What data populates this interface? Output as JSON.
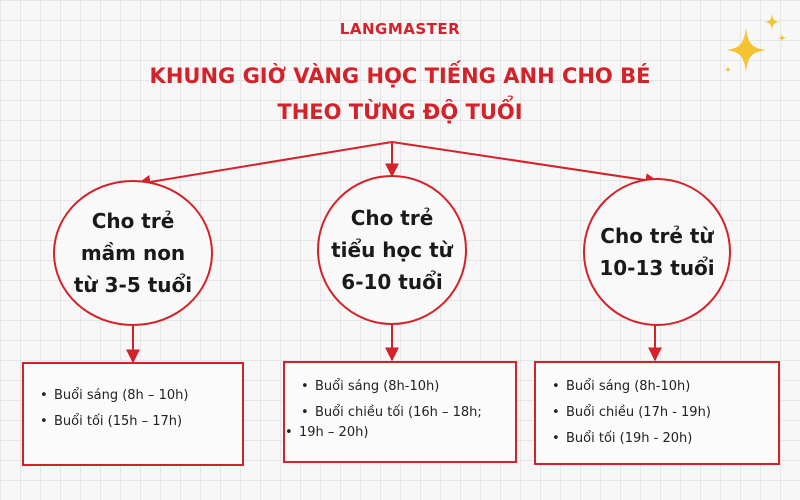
{
  "brand": {
    "logo_text": "LANGMASTER"
  },
  "title": {
    "line1": "KHUNG GIỜ VÀNG HỌC TIẾNG ANH CHO BÉ",
    "line2": "THEO TỪNG ĐỘ TUỔI"
  },
  "groups": [
    {
      "label": "Cho trẻ\nmầm non\ntừ 3-5 tuổi",
      "items": [
        "Buổi sáng (8h – 10h)",
        "Buổi tối (15h – 17h)"
      ]
    },
    {
      "label": "Cho trẻ\ntiểu học từ\n6-10 tuổi",
      "items": [
        "Buổi sáng (8h-10h)",
        "Buổi chiều tối (16h – 18h;",
        "19h – 20h)"
      ]
    },
    {
      "label": "Cho trẻ từ\n10-13 tuổi",
      "items": [
        "Buổi sáng (8h-10h)",
        "Buổi chiều (17h - 19h)",
        "Buổi tối (19h - 20h)"
      ]
    }
  ],
  "colors": {
    "accent": "#d3222a",
    "sparkle": "#f4c430",
    "grid": "#e6e6e6"
  },
  "icons": {
    "decoration": "sparkle-icon"
  }
}
